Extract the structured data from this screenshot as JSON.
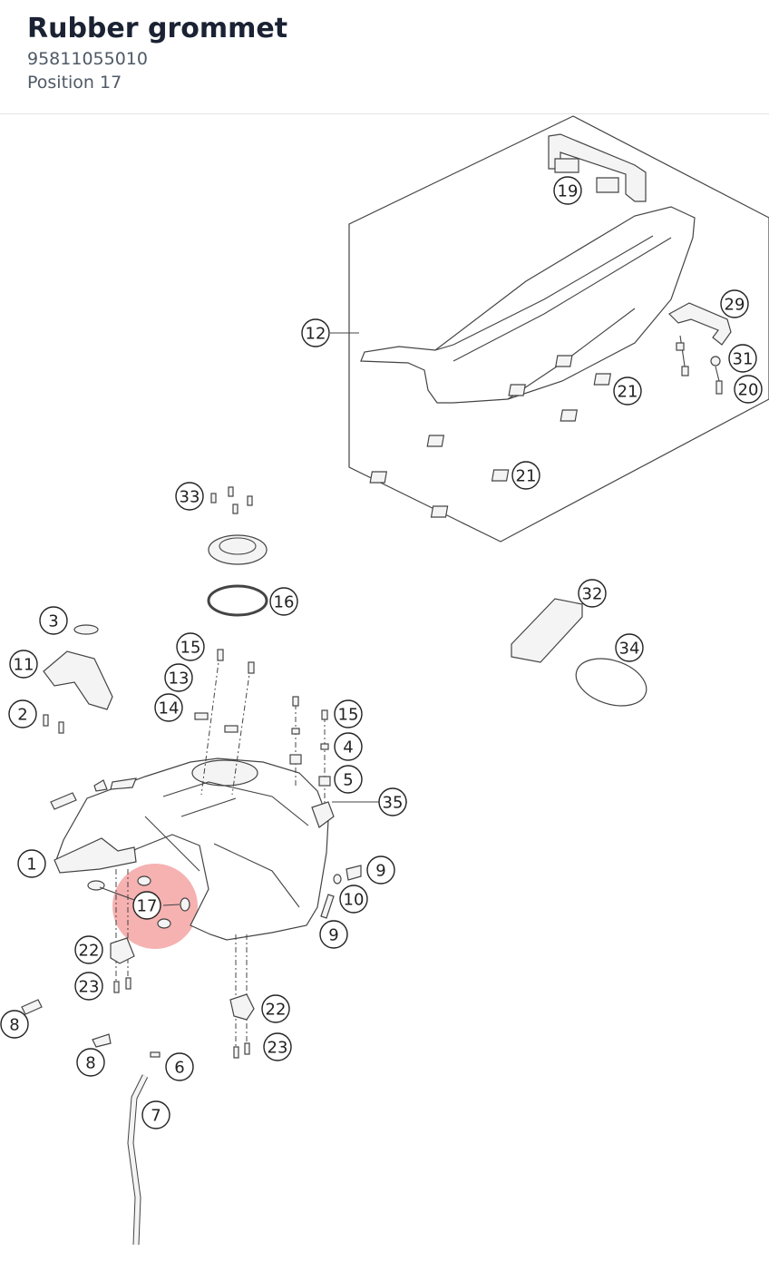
{
  "header": {
    "title": "Rubber grommet",
    "part_number": "95811055010",
    "position": "Position 17"
  },
  "diagram": {
    "highlight_color": "#f5a3a3",
    "labels": [
      "19",
      "29",
      "12",
      "31",
      "20",
      "21",
      "21",
      "33",
      "16",
      "32",
      "3",
      "34",
      "11",
      "15",
      "13",
      "14",
      "2",
      "15",
      "4",
      "5",
      "35",
      "1",
      "9",
      "17",
      "10",
      "9",
      "22",
      "23",
      "8",
      "22",
      "23",
      "8",
      "6",
      "7"
    ]
  }
}
